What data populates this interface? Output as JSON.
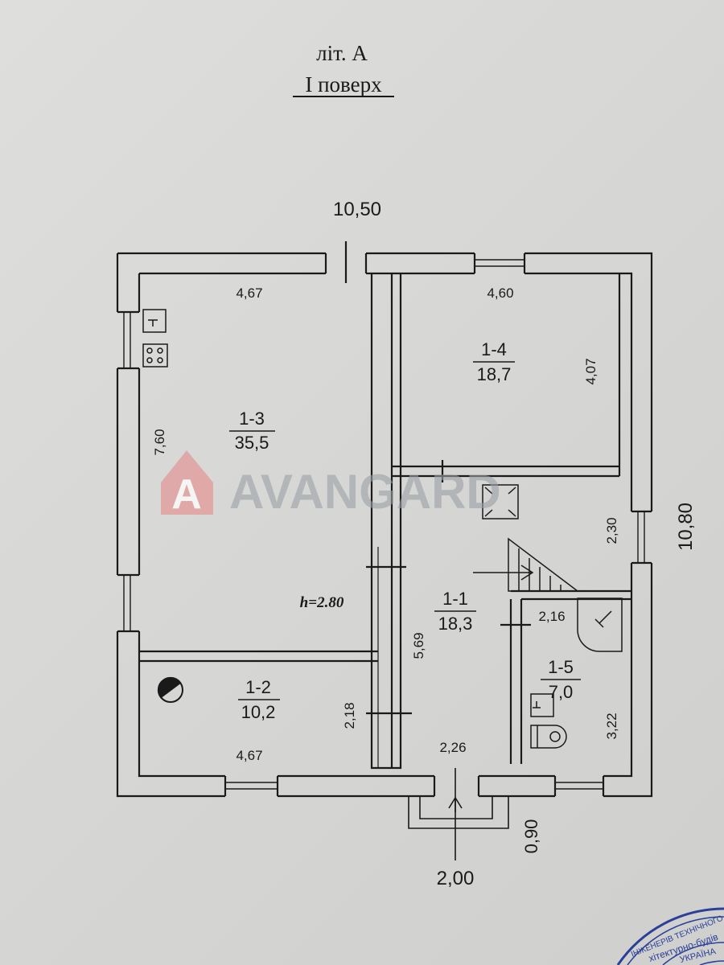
{
  "header": {
    "building": "літ. А",
    "floor": "I поверх"
  },
  "overall_dimensions": {
    "width": "10,50",
    "depth": "10,80",
    "porch_width": "2,00",
    "porch_depth": "0,90"
  },
  "ceiling_height": "h=2.80",
  "rooms": [
    {
      "id": "1-3",
      "area": "35,5",
      "dims": [
        "4,67",
        "7,60"
      ]
    },
    {
      "id": "1-4",
      "area": "18,7",
      "dims": [
        "4,60",
        "4,07"
      ]
    },
    {
      "id": "1-2",
      "area": "10,2",
      "dims": [
        "4,67",
        "2,18"
      ]
    },
    {
      "id": "1-1",
      "area": "18,3",
      "dims": [
        "2,26",
        "5,69",
        "2,30"
      ]
    },
    {
      "id": "1-5",
      "area": "7,0",
      "dims": [
        "2,16",
        "3,22"
      ]
    }
  ],
  "watermark": {
    "text": "AVANGARD",
    "logo_letter": "A",
    "color": "#e08a8a"
  },
  "stamp": {
    "lines": [
      "ІНЖЕНЕРІВ ТЕХНІЧНОГО Н",
      "хітектурно-будів",
      "УКРАЇНА"
    ],
    "color": "#2a3f9a"
  }
}
